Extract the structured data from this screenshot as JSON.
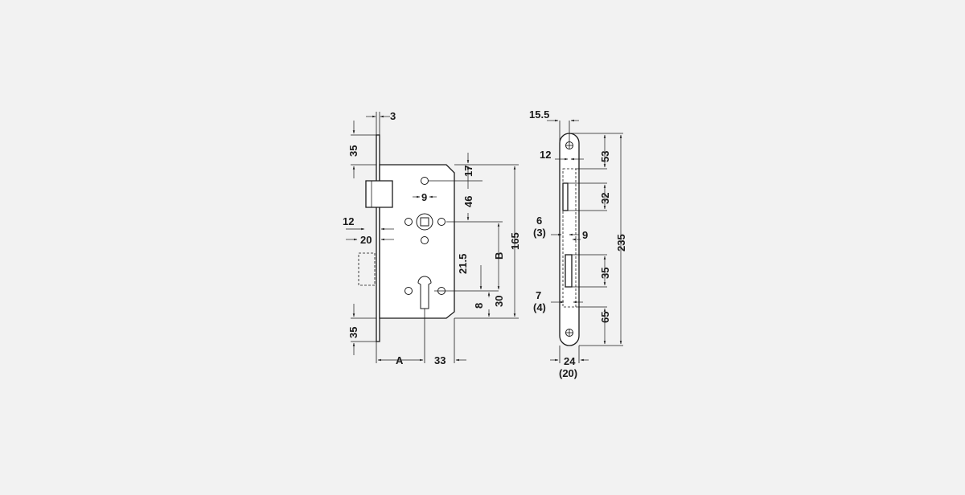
{
  "front_view": {
    "dims": {
      "faceplate_thickness": "3",
      "top_extension": "35",
      "bottom_extension": "35",
      "top_to_spindle_hole": "17",
      "spindle_square": "9",
      "spindle_to_top": "46",
      "latch_depth": "12",
      "bolt_depth": "20",
      "spindle_to_cylinder": "21.5",
      "distance_b": "B",
      "cylinder_lower": "8",
      "cylinder_to_bottom": "30",
      "case_height": "165",
      "backset": "A",
      "case_depth_rest": "33"
    }
  },
  "faceplate_view": {
    "dims": {
      "half_width": "15.5",
      "screw_offset": "12",
      "top_to_latch": "53",
      "latch_height": "32",
      "latch_width": "6",
      "latch_width_alt": "(3)",
      "bolt_gap": "9",
      "bolt_height": "35",
      "bolt_width": "7",
      "bolt_width_alt": "(4)",
      "bolt_to_bottom": "65",
      "total_height": "235",
      "plate_width": "24",
      "plate_width_alt": "(20)"
    }
  },
  "colors": {
    "background": "#f2f2f2",
    "line": "#1a1a1a",
    "part_fill": "#ffffff"
  }
}
